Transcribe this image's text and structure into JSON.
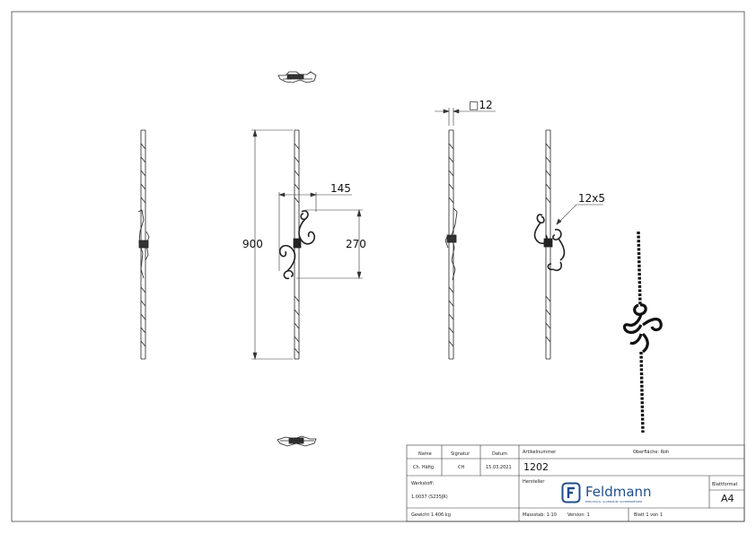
{
  "dimensions": {
    "height": "900",
    "scroll_width": "145",
    "scroll_height": "270",
    "bar_section": "□12",
    "flat_section": "12x5"
  },
  "title_block": {
    "name_label": "Name",
    "signature_label": "Signatur",
    "date_label": "Datum",
    "name_value": "Ch. Häfig",
    "signature_value": "CH",
    "date_value": "15.03.2021",
    "article_label": "Artikelnummer",
    "article_number": "1202",
    "surface_label": "Oberfläche: Roh",
    "manufacturer_label": "Hersteller",
    "material_label": "Werkstoff:",
    "material_value": "1.0037 (S235JR)",
    "weight": "Gewicht 1.406 kg",
    "scale": "Massstab: 1:10",
    "version": "Version: 1",
    "sheet": "Blatt 1 von 1",
    "format_label": "Blattformat",
    "format_value": "A4",
    "logo_name": "Feldmann",
    "logo_tagline": "EDELSTAHL, ALUMINIUM, SCHMIEDEEISEN"
  },
  "colors": {
    "line": "#222222",
    "logo_blue": "#1f4e8c"
  }
}
